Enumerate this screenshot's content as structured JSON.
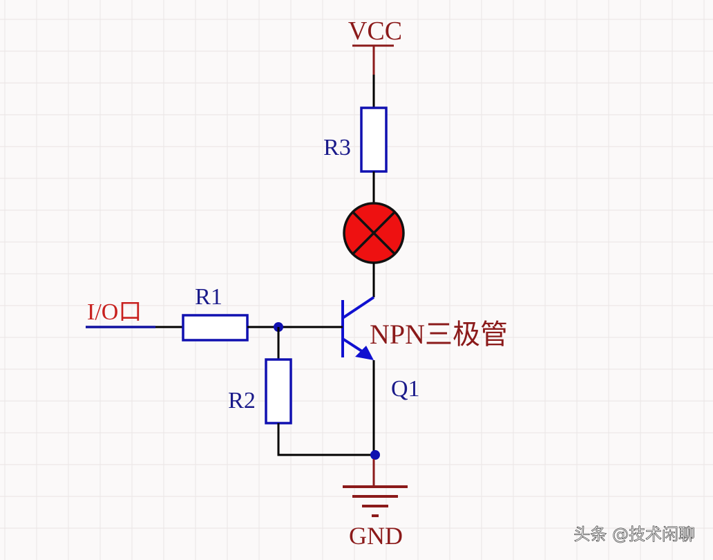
{
  "title": "NPN transistor lamp switch circuit",
  "colors": {
    "background": "#fbf9f9",
    "grid": "#ece8e8",
    "wire": "#000000",
    "component": "#1010b0",
    "power_label": "#8b1a1a",
    "io_label": "#c8201e",
    "lamp_fill": "#ee1111",
    "junction": "#1010b0"
  },
  "labels": {
    "vcc": "VCC",
    "gnd": "GND",
    "io": "I/O口",
    "r1": "R1",
    "r2": "R2",
    "r3": "R3",
    "q1": "Q1",
    "transistor_type": "NPN三极管"
  },
  "components": [
    {
      "id": "VCC",
      "type": "power-port",
      "net": "VCC"
    },
    {
      "id": "R3",
      "type": "resistor",
      "between": [
        "VCC",
        "lamp"
      ]
    },
    {
      "id": "lamp",
      "type": "lamp",
      "between": [
        "R3",
        "Q1.collector"
      ]
    },
    {
      "id": "Q1",
      "type": "npn-transistor",
      "description": "NPN三极管"
    },
    {
      "id": "R1",
      "type": "resistor",
      "between": [
        "I/O口",
        "Q1.base"
      ]
    },
    {
      "id": "R2",
      "type": "resistor",
      "between": [
        "Q1.base",
        "GND"
      ]
    },
    {
      "id": "GND",
      "type": "ground",
      "net": "GND"
    }
  ],
  "watermark": "头条 @技术闲聊"
}
